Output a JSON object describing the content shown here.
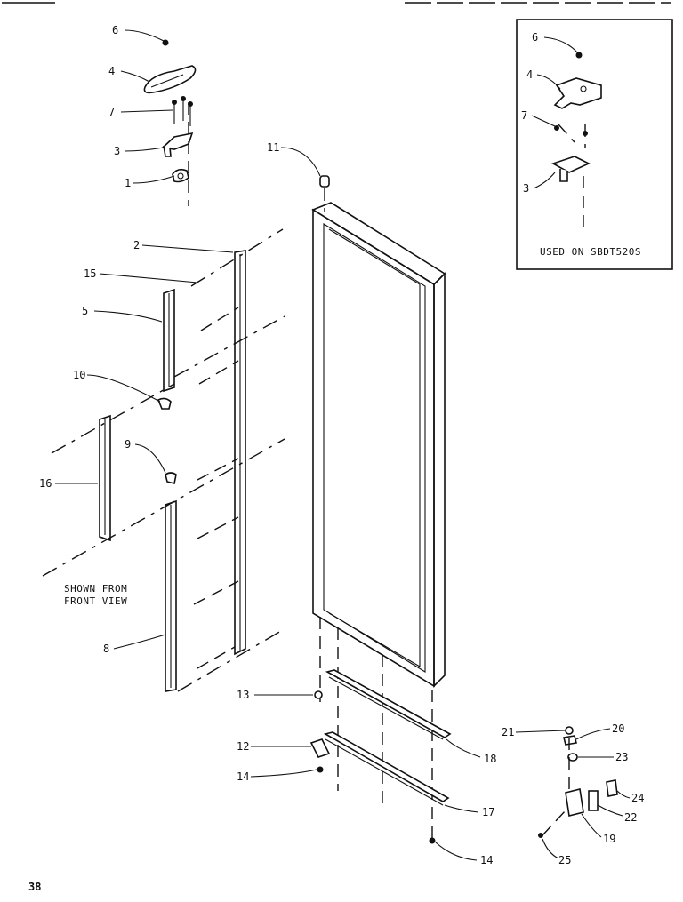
{
  "page": {
    "number": "38"
  },
  "inset": {
    "caption": "USED ON SBDT520S"
  },
  "notes": {
    "view_line1": "SHOWN FROM",
    "view_line2": "FRONT VIEW"
  },
  "callouts": {
    "c6": "6",
    "c4": "4",
    "c7": "7",
    "c3": "3",
    "c1": "1",
    "c2": "2",
    "c15": "15",
    "c5": "5",
    "c10": "10",
    "c9": "9",
    "c16": "16",
    "c8": "8",
    "c11": "11",
    "c13": "13",
    "c12": "12",
    "c14a": "14",
    "c14b": "14",
    "c18": "18",
    "c17": "17",
    "c21": "21",
    "c20": "20",
    "c23": "23",
    "c24": "24",
    "c22": "22",
    "c19": "19",
    "c25": "25",
    "i6": "6",
    "i4": "4",
    "i7": "7",
    "i3": "3"
  }
}
